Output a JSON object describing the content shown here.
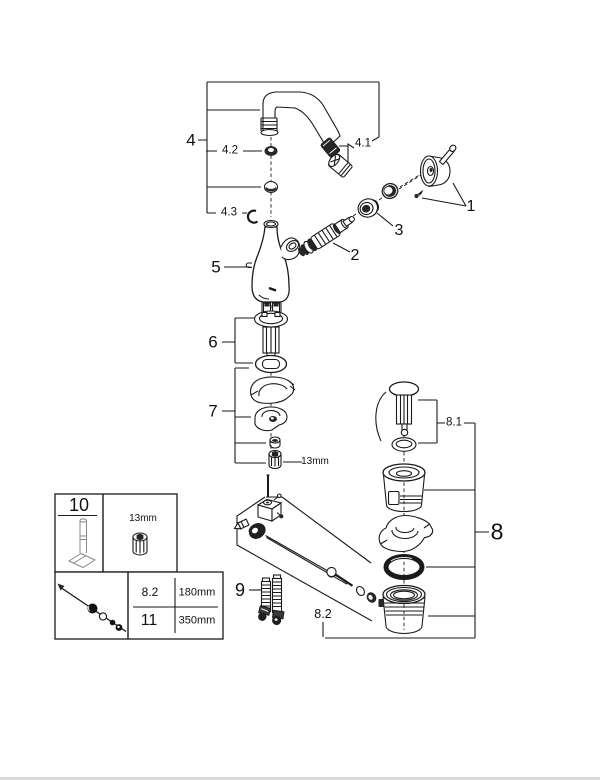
{
  "page": {
    "background": "#ffffff",
    "line_color": "#1a1a1a"
  },
  "callouts": {
    "part1": "1",
    "part2": "2",
    "part3": "3",
    "part4": "4",
    "part4_1": "4.1",
    "part4_2": "4.2",
    "part4_3": "4.3",
    "part5": "5",
    "part6": "6",
    "part7": "7",
    "part8": "8",
    "part8_1": "8.1",
    "part8_2": "8.2",
    "part9": "9",
    "wrench_size": "13mm"
  },
  "inset": {
    "tool_ref": "10",
    "socket_size": "13mm",
    "rows": [
      {
        "ref": "8.2",
        "length": "180mm"
      },
      {
        "ref": "11",
        "length": "350mm"
      }
    ]
  }
}
